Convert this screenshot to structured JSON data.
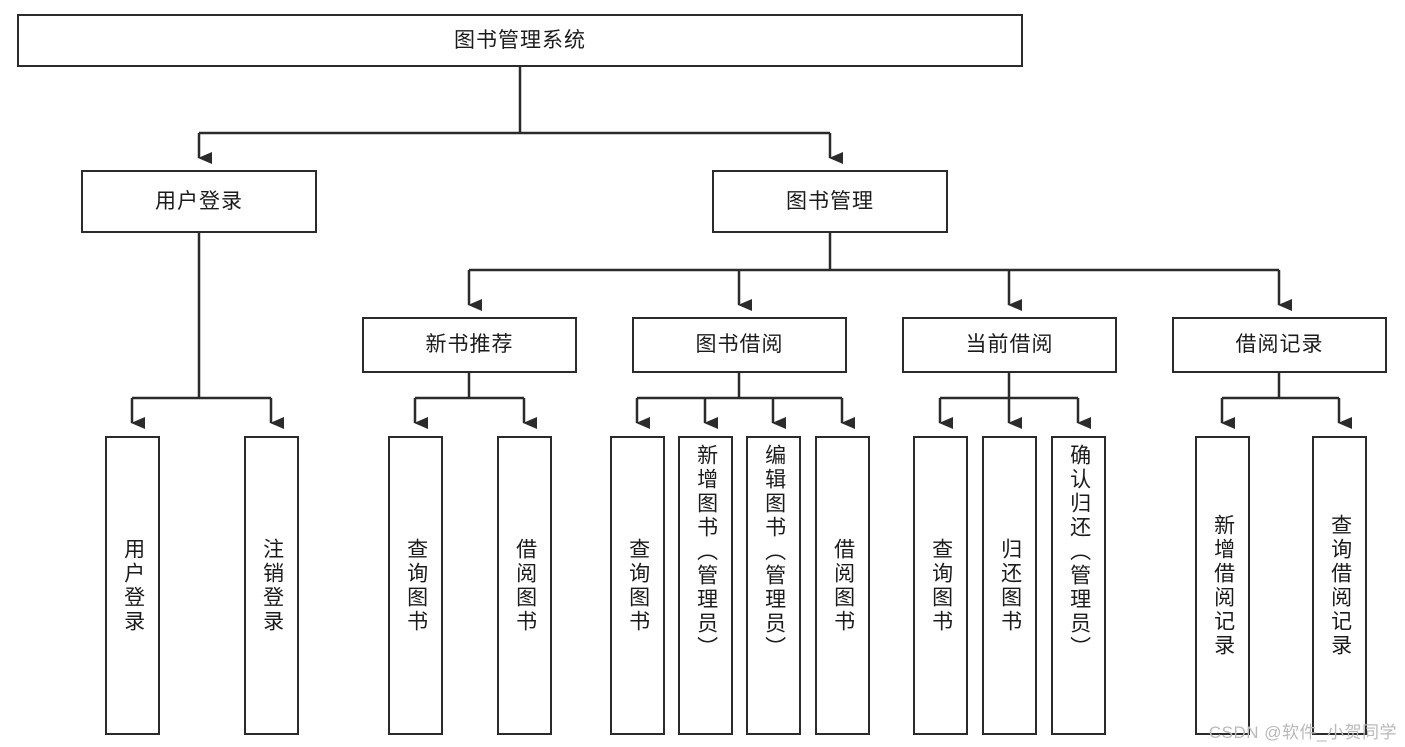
{
  "diagram": {
    "title": "图书管理系统",
    "type": "hierarchy-tree",
    "orientation": "top-down",
    "colors": {
      "box_border": "#2b2b2b",
      "box_fill": "#ffffff",
      "connector": "#2b2b2b",
      "text": "#1b1b1b",
      "watermark": "#b9b9b9",
      "background": "#ffffff"
    }
  },
  "root": {
    "label": "图书管理系统"
  },
  "level2": [
    {
      "label": "用户登录"
    },
    {
      "label": "图书管理"
    }
  ],
  "level3": [
    {
      "label": "新书推荐"
    },
    {
      "label": "图书借阅"
    },
    {
      "label": "当前借阅"
    },
    {
      "label": "借阅记录"
    }
  ],
  "leaves": {
    "user_login": [
      {
        "label": "用户登录"
      },
      {
        "label": "注销登录"
      }
    ],
    "new_book_recommend": [
      {
        "label": "查询图书"
      },
      {
        "label": "借阅图书"
      }
    ],
    "book_borrow": [
      {
        "label": "查询图书"
      },
      {
        "label": "新增图书（管理员）"
      },
      {
        "label": "编辑图书（管理员）"
      },
      {
        "label": "借阅图书"
      }
    ],
    "current_borrow": [
      {
        "label": "查询图书"
      },
      {
        "label": "归还图书"
      },
      {
        "label": "确认归还（管理员）"
      }
    ],
    "borrow_record": [
      {
        "label": "新增借阅记录"
      },
      {
        "label": "查询借阅记录"
      }
    ]
  },
  "watermark": {
    "text": "CSDN @软件_小贺同学"
  }
}
